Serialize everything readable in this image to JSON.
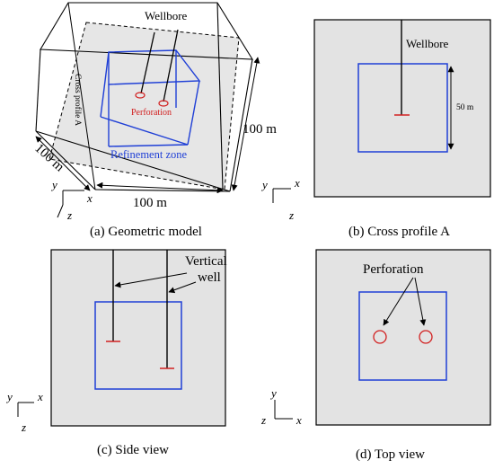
{
  "panels": {
    "a": {
      "caption": "(a) Geometric model",
      "wellbore": "Wellbore",
      "cross_profile": "Cross profile A",
      "perforation": "Perforation",
      "refinement_zone": "Refinement zone",
      "dim_height": "100 m",
      "dim_depth": "100 m",
      "dim_width": "100 m",
      "axis_y": "y",
      "axis_x": "x",
      "axis_z": "z"
    },
    "b": {
      "caption": "(b) Cross profile A",
      "wellbore": "Wellbore",
      "dim": "50 m",
      "axis_y": "y",
      "axis_x": "x",
      "axis_z": "z"
    },
    "c": {
      "caption": "(c) Side view",
      "label_line1": "Vertical",
      "label_line2": "well",
      "axis_y": "y",
      "axis_x": "x",
      "axis_z": "z"
    },
    "d": {
      "caption": "(d) Top view",
      "perforation": "Perforation",
      "axis_y": "y",
      "axis_x": "x",
      "axis_z": "z"
    }
  },
  "colors": {
    "domain_fill": "#e3e3e3",
    "refinement_zone": "#1f3fd6",
    "perforation": "#d22020",
    "line": "#000000"
  }
}
